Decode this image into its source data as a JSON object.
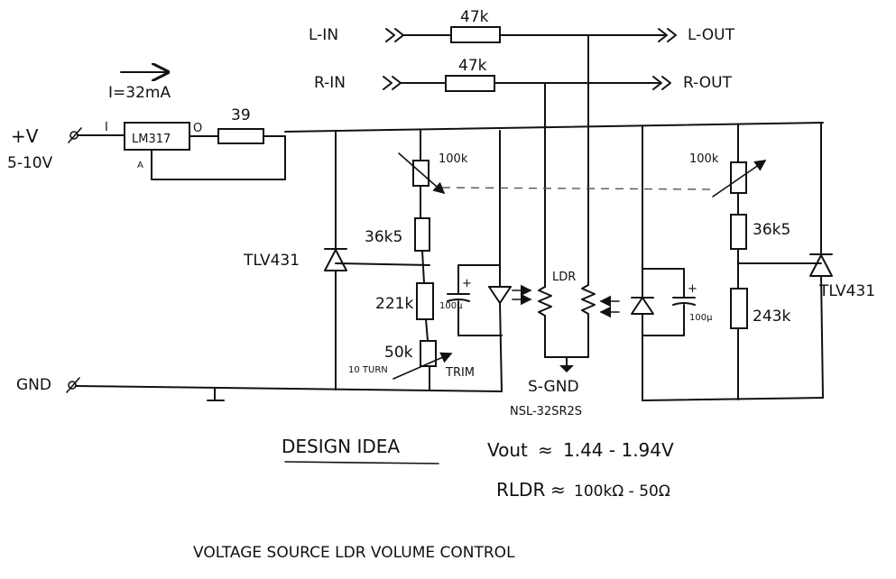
{
  "signals": {
    "l_in": "L-IN",
    "l_out": "L-OUT",
    "r_in": "R-IN",
    "r_out": "R-OUT"
  },
  "resistors": {
    "series_l": "47k",
    "series_r": "47k",
    "current_set": "39",
    "trim_left": "100k",
    "trim_right": "100k",
    "r_left_1": "36k5",
    "r_right_1": "36k5",
    "r_left_2": "221k",
    "r_right_2": "243k",
    "trim_50k": "50k",
    "trim_50k_note": "10 TURN",
    "trim_label": "TRIM"
  },
  "supply": {
    "plus": "+V",
    "range": "5-10V",
    "current": "I=32mA",
    "regulator": "LM317",
    "pin_in": "I",
    "pin_out": "O",
    "pin_adj": "A",
    "gnd": "GND"
  },
  "parts": {
    "ref_left": "TLV431",
    "ref_right": "TLV431",
    "cap_left": "100µ",
    "cap_right": "100µ",
    "ldr_label": "LDR",
    "ldr_part": "NSL-32SR2S",
    "signal_gnd": "S-GND"
  },
  "notes": {
    "heading": "DESIGN IDEA",
    "vout_label": "Vout",
    "vout_value": "1.44 - 1.94V",
    "rldr_label": "RLDR",
    "rldr_value": "100kΩ - 50Ω",
    "approx": "≈",
    "footer": "VOLTAGE SOURCE LDR VOLUME CONTROL"
  }
}
